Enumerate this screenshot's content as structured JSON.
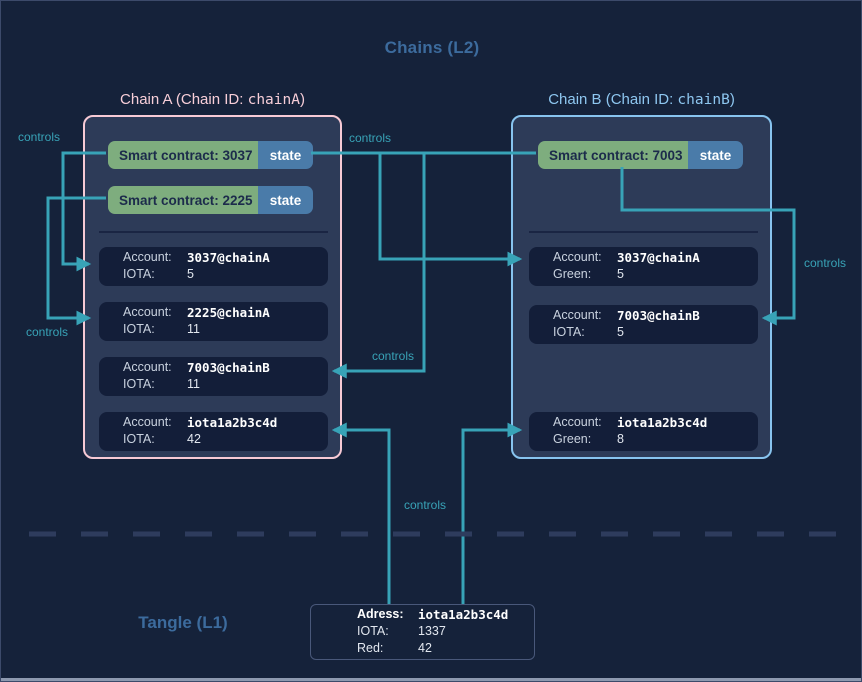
{
  "header": {
    "l2_title": "Chains (L2)",
    "l1_title": "Tangle (L1)"
  },
  "chain_a": {
    "title": {
      "prefix": "Chain A (Chain ID: ",
      "chain_id": "chainA",
      "suffix": ")"
    },
    "contracts": [
      {
        "label": "Smart contract: 3037",
        "state": "state"
      },
      {
        "label": "Smart contract: 2225",
        "state": "state"
      }
    ],
    "accounts": [
      {
        "account_label": "Account:",
        "account_id": "3037@chainA",
        "balance_label": "IOTA:",
        "balance": "5"
      },
      {
        "account_label": "Account:",
        "account_id": "2225@chainA",
        "balance_label": "IOTA:",
        "balance": "11"
      },
      {
        "account_label": "Account:",
        "account_id": "7003@chainB",
        "balance_label": "IOTA:",
        "balance": "11"
      },
      {
        "account_label": "Account:",
        "account_id": "iota1a2b3c4d",
        "balance_label": "IOTA:",
        "balance": "42"
      }
    ]
  },
  "chain_b": {
    "title": {
      "prefix": "Chain B (Chain ID: ",
      "chain_id": "chainB",
      "suffix": ")"
    },
    "contracts": [
      {
        "label": "Smart contract: 7003",
        "state": "state"
      }
    ],
    "accounts": [
      {
        "account_label": "Account:",
        "account_id": "3037@chainA",
        "balance_label": "Green:",
        "balance": "5"
      },
      {
        "account_label": "Account:",
        "account_id": "7003@chainB",
        "balance_label": "IOTA:",
        "balance": "5"
      },
      {
        "account_label": "Account:",
        "account_id": "iota1a2b3c4d",
        "balance_label": "Green:",
        "balance": "8"
      }
    ]
  },
  "l1_address_box": {
    "rows": [
      {
        "label": "Adress:",
        "value": "iota1a2b3c4d"
      },
      {
        "label": "IOTA:",
        "value": "1337"
      },
      {
        "label": "Red:",
        "value": "42"
      }
    ]
  },
  "edge_labels": [
    "controls",
    "controls",
    "controls",
    "controls",
    "controls",
    "controls"
  ],
  "colors": {
    "background": "#15223a",
    "chain_panel": "#2d3b58",
    "account_bg": "#131e39",
    "chain_a_border": "#f7cad5",
    "chain_b_border": "#88c4ef",
    "chain_a_title": "#f7ced8",
    "chain_b_title": "#8ec7f0",
    "contract_green": "#7ead7e",
    "state_blue": "#4a7ba9",
    "heading_blue": "#3c6b9d",
    "connector_teal": "#38a3b7"
  }
}
